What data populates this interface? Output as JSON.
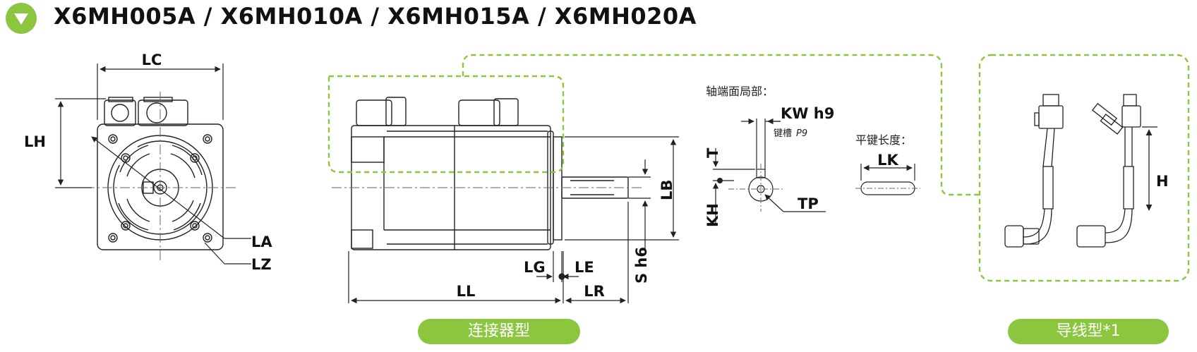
{
  "header": {
    "title": "X6MH005A / X6MH010A / X6MH015A / X6MH020A",
    "badge_icon": "triangle-down-icon"
  },
  "dimensions": {
    "lc": "LC",
    "lh": "LH",
    "la": "LA",
    "lz": "LZ",
    "ll": "LL",
    "lg": "LG",
    "le": "LE",
    "lr": "LR",
    "lb": "LB",
    "s": "S h6",
    "kw": "KW h9",
    "kw_note": "键槽",
    "kw_note_p": "P9",
    "t": "T",
    "kh": "KH",
    "tp": "TP",
    "lk": "LK",
    "h": "H"
  },
  "notes": {
    "shaft_end": "轴端面局部：",
    "key_length": "平键长度："
  },
  "labels": {
    "connector_type": "连接器型",
    "lead_type": "导线型*1"
  },
  "colors": {
    "accent": "#8cc63f",
    "line": "#222222",
    "dash": "#8cc63f"
  }
}
